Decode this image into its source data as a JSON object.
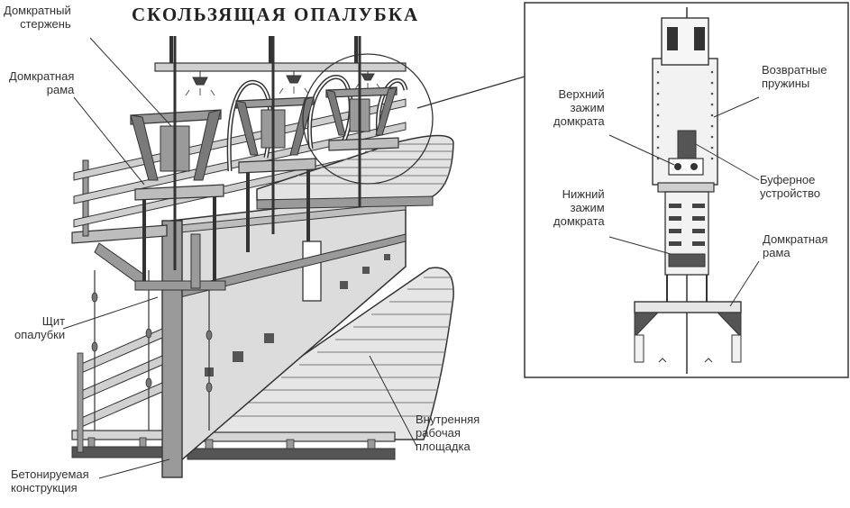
{
  "title": "СКОЛЬЗЯЩАЯ ОПАЛУБКА",
  "labels": {
    "jack_rod": [
      "Домкратный",
      "стержень"
    ],
    "jack_frame_left": [
      "Домкратная",
      "рама"
    ],
    "form_panel": [
      "Щит",
      "опалубки"
    ],
    "concrete_structure": [
      "Бетонируемая",
      "конструкция"
    ],
    "inner_platform": [
      "Внутренняя",
      "рабочая",
      "площадка"
    ],
    "upper_clamp": [
      "Верхний",
      "зажим",
      "домкрата"
    ],
    "lower_clamp": [
      "Нижний",
      "зажим",
      "домкрата"
    ],
    "return_springs": [
      "Возвратные",
      "пружины"
    ],
    "buffer_device": [
      "Буферное",
      "устройство"
    ],
    "jack_frame_right": [
      "Домкратная",
      "рама"
    ]
  },
  "colors": {
    "ink": "#333333",
    "light": "#dcdcdc",
    "mid": "#bdbdbd",
    "dark": "#7a7a7a",
    "darker": "#555555"
  }
}
